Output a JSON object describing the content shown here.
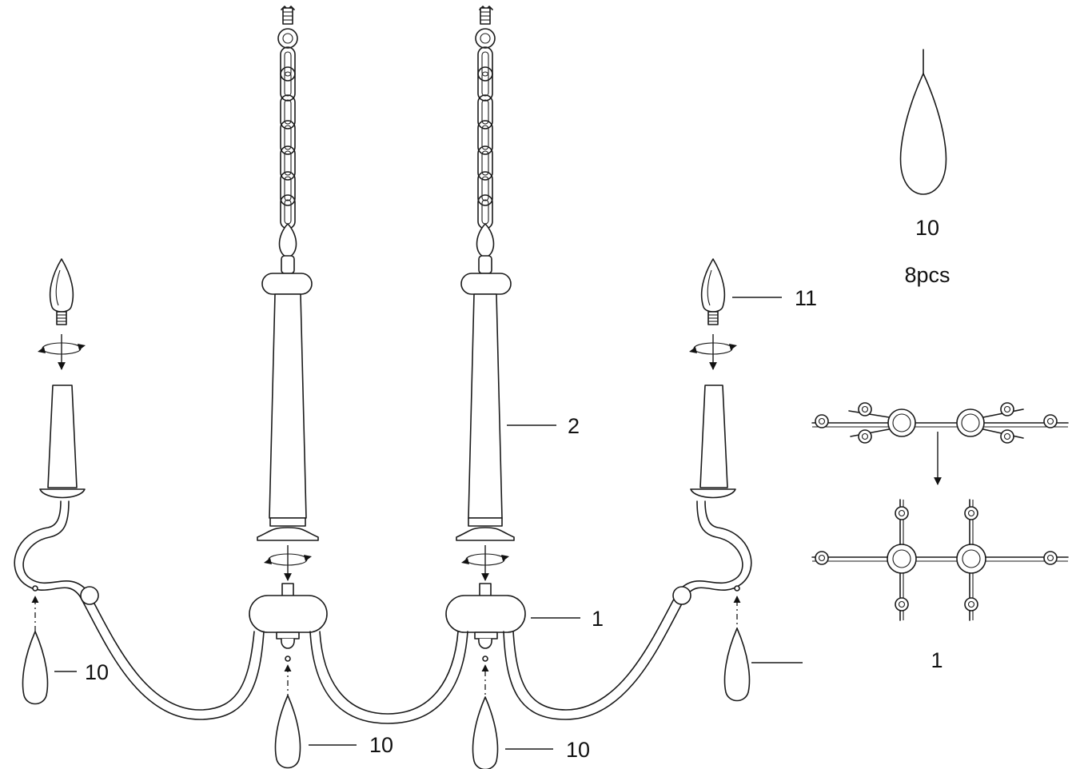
{
  "callouts": {
    "drop_top_right": "10",
    "drop_qty": "8pcs",
    "bulb": "11",
    "stem": "2",
    "hub": "1",
    "drop_left": "10",
    "drop_center_left": "10",
    "drop_center_right": "10",
    "frame_detail": "1"
  }
}
